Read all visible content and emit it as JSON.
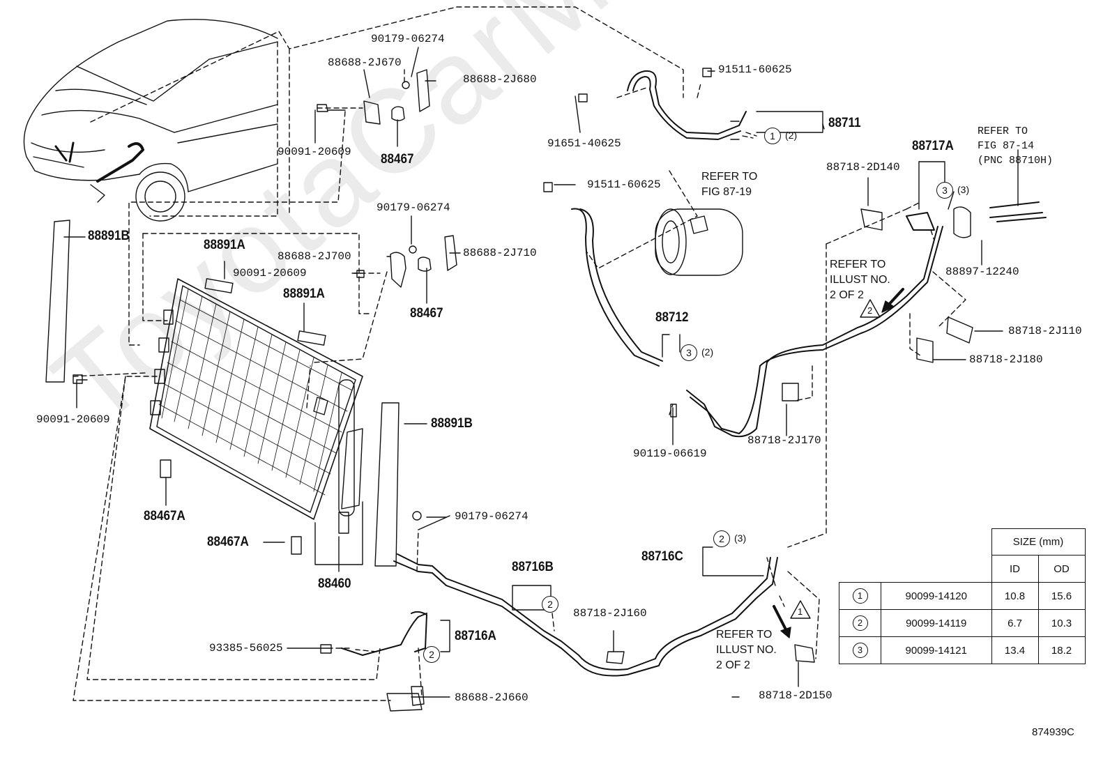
{
  "watermark": "ToyotaCarMine.ru",
  "document_number": "874939C",
  "part_labels": {
    "p_90179_06274_top": "90179-06274",
    "p_88688_2J670": "88688-2J670",
    "p_88688_2J680": "88688-2J680",
    "p_90091_20609_top": "90091-20609",
    "p_88467_top": "88467",
    "p_91511_60625_top": "91511-60625",
    "p_88711": "88711",
    "p_91651_40625": "91651-40625",
    "p_88891B_left": "88891B",
    "p_88891A_top": "88891A",
    "p_90179_06274_mid": "90179-06274",
    "p_88688_2J700": "88688-2J700",
    "p_88688_2J710": "88688-2J710",
    "p_90091_20609_mid": "90091-20609",
    "p_88891A_mid": "88891A",
    "p_88467_mid": "88467",
    "p_91511_60625_mid": "91511-60625",
    "p_88712": "88712",
    "p_88717A": "88717A",
    "p_88718_2D140": "88718-2D140",
    "p_88897_12240": "88897-12240",
    "p_88718_2J110": "88718-2J110",
    "p_88718_2J180": "88718-2J180",
    "p_88718_2J170": "88718-2J170",
    "p_90119_06619": "90119-06619",
    "p_90091_20609_left": "90091-20609",
    "p_88891B_mid": "88891B",
    "p_88467A_a": "88467A",
    "p_88467A_b": "88467A",
    "p_88460": "88460",
    "p_90179_06274_bot": "90179-06274",
    "p_88716B": "88716B",
    "p_88718_2J160": "88718-2J160",
    "p_88716C": "88716C",
    "p_88716A": "88716A",
    "p_93385_56025": "93385-56025",
    "p_88688_2J660": "88688-2J660",
    "p_88718_2D150": "88718-2D150"
  },
  "references": {
    "fig_87_19": "REFER TO\nFIG 87-19",
    "fig_87_14": "REFER TO\nFIG 87-14\n(PNC 88710H)",
    "illust_upper": "REFER TO\nILLUST NO.\n2 OF 2",
    "illust_lower": "REFER TO\nILLUST NO.\n2 OF 2",
    "tri_upper": "2",
    "tri_lower": "1"
  },
  "callouts": {
    "c_88711": {
      "num": "1",
      "qty": "(2)"
    },
    "c_88717A": {
      "num": "3",
      "qty": "(3)"
    },
    "c_88712": {
      "num": "3",
      "qty": "(2)"
    },
    "c_88716C": {
      "num": "2",
      "qty": "(3)"
    },
    "c_88716B": {
      "num": "2"
    },
    "c_88716A": {
      "num": "2"
    }
  },
  "size_table": {
    "header_size": "SIZE (mm)",
    "header_id": "ID",
    "header_od": "OD",
    "rows": [
      {
        "ref": "1",
        "part": "90099-14120",
        "id": "10.8",
        "od": "15.6"
      },
      {
        "ref": "2",
        "part": "90099-14119",
        "id": "6.7",
        "od": "10.3"
      },
      {
        "ref": "3",
        "part": "90099-14121",
        "id": "13.4",
        "od": "18.2"
      }
    ]
  }
}
